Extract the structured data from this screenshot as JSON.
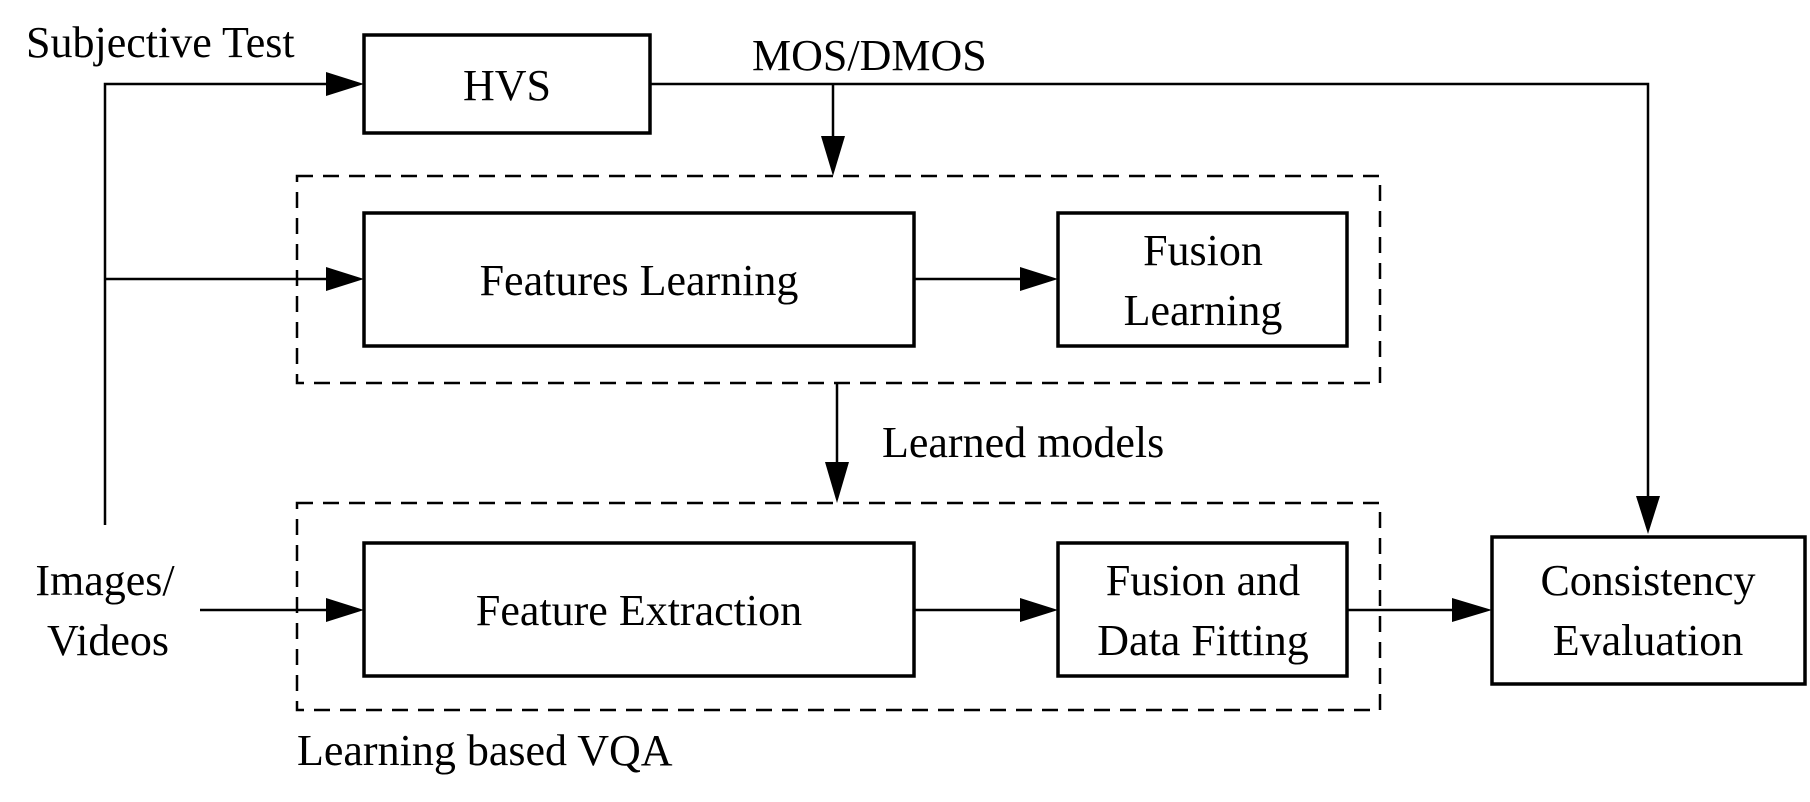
{
  "labels": {
    "subjective_test": "Subjective Test",
    "mos_dmos": "MOS/DMOS",
    "learned_models": "Learned models",
    "images_line1": "Images/",
    "images_line2": "Videos",
    "group_caption": "Learning based VQA"
  },
  "boxes": {
    "hvs": [
      "HVS"
    ],
    "features_learning": [
      "Features Learning"
    ],
    "fusion_learning": [
      "Fusion",
      "Learning"
    ],
    "feature_extraction": [
      "Feature Extraction"
    ],
    "fusion_fitting": [
      "Fusion and",
      "Data Fitting"
    ],
    "consistency": [
      "Consistency",
      "Evaluation"
    ]
  }
}
